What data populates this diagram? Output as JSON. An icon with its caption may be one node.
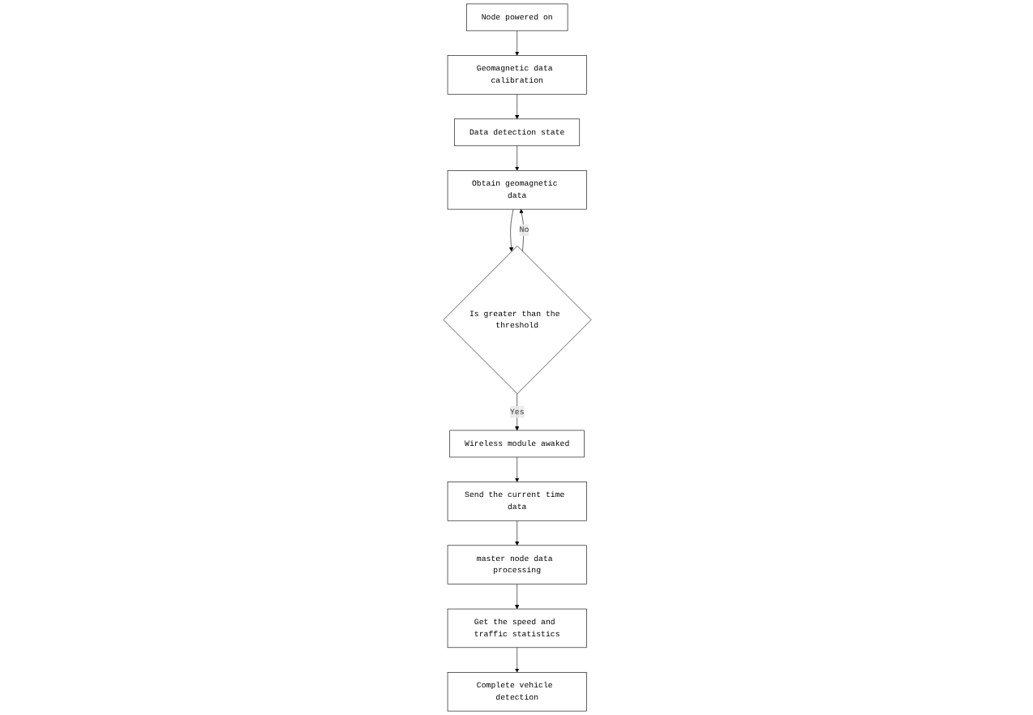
{
  "diagram": {
    "nodes": [
      {
        "text": [
          "Node powered on"
        ]
      },
      {
        "text": [
          "Geomagnetic data calibration"
        ]
      },
      {
        "text": [
          "Data detection state"
        ]
      },
      {
        "text": [
          "Obtain geomagnetic data"
        ]
      },
      {
        "text": [
          "Is greater than the threshold"
        ]
      },
      {
        "text": [
          "Wireless module awaked"
        ]
      },
      {
        "text": [
          "Send the current time data"
        ]
      },
      {
        "text": [
          "master node data processing"
        ]
      },
      {
        "text": [
          "Get the speed and traffic statistics"
        ]
      },
      {
        "text": [
          "Complete vehicle detection"
        ]
      }
    ],
    "edges": [
      {
        "from": 0,
        "to": 1,
        "arrow": "to"
      },
      {
        "from": 1,
        "to": 2,
        "arrow": "to"
      },
      {
        "from": 2,
        "to": 3,
        "arrow": "to"
      },
      {
        "from": 3,
        "to": 4,
        "arrow": "to"
      },
      {
        "from": 4,
        "to": 3,
        "arrow": "to",
        "label": "No"
      },
      {
        "from": 4,
        "to": 5,
        "arrow": "to",
        "label": "Yes"
      },
      {
        "from": 5,
        "to": 6,
        "arrow": "to"
      },
      {
        "from": 6,
        "to": 7,
        "arrow": "to"
      },
      {
        "from": 7,
        "to": 8,
        "arrow": "to"
      },
      {
        "from": 8,
        "to": 9,
        "arrow": "to"
      }
    ]
  }
}
